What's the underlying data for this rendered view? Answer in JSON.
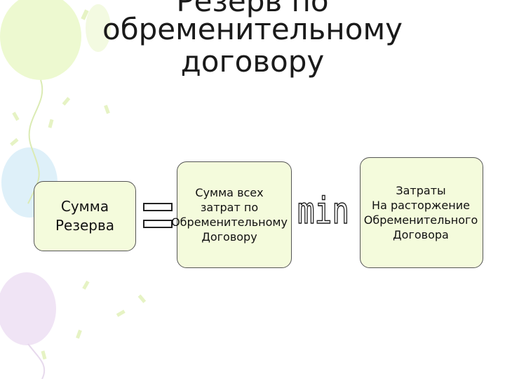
{
  "title": {
    "line1": "Резерв по",
    "line2": "обременительному",
    "line3": "договору"
  },
  "diagram": {
    "box_reserve": "Сумма\nРезерва",
    "operator_equals": "=",
    "box_total_costs": "Сумма всех\nзатрат по\nОбременительному\nДоговору",
    "operator_min": "min",
    "box_exit_costs": "Затраты\nНа расторжение\nОбременительного\nДоговора"
  },
  "colors": {
    "box_fill": "#f4fbdc",
    "box_border": "#555555",
    "balloon_green": "#e9f7c8",
    "balloon_blue": "#dceffa",
    "balloon_purple": "#efe3f4"
  }
}
